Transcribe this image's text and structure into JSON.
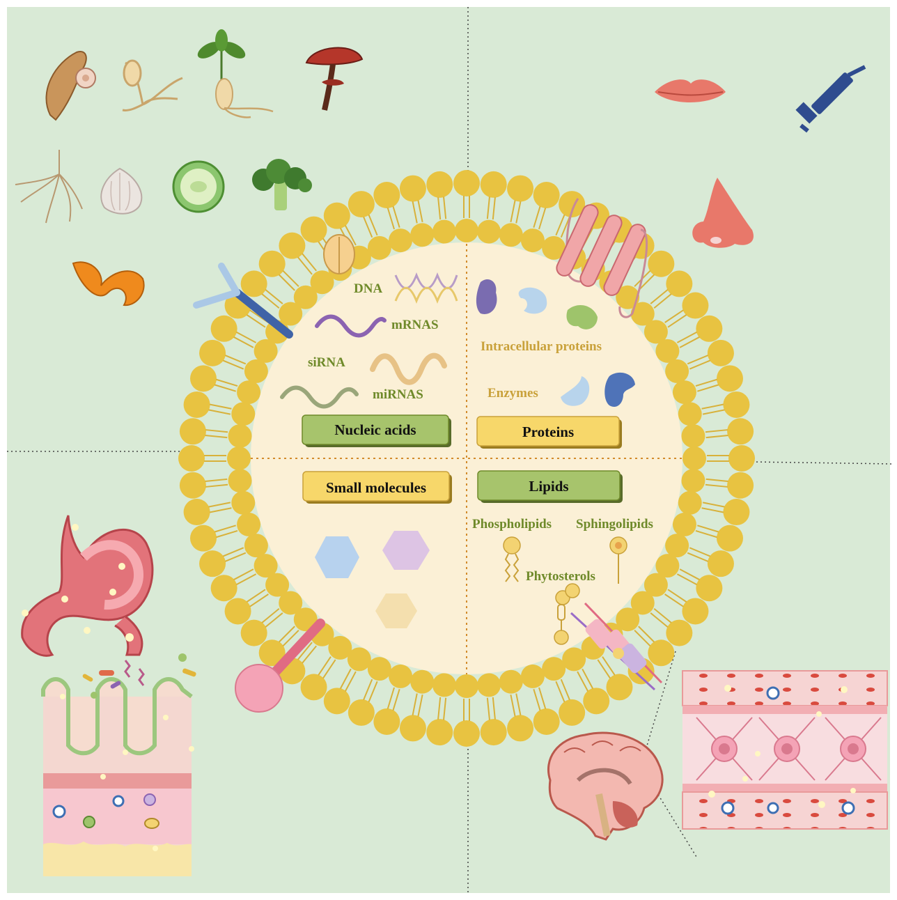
{
  "nucleic": {
    "dna": "DNA",
    "mrna": "mRNAS",
    "sirna": "siRNA",
    "mirna": "miRNAS",
    "box": "Nucleic acids"
  },
  "proteins": {
    "intracellular": "Intracellular proteins",
    "enzymes": "Enzymes",
    "box": "Proteins"
  },
  "small_molecules": {
    "box": "Small molecules"
  },
  "lipids": {
    "box": "Lipids",
    "phospholipids": "Phospholipids",
    "sphingolipids": "Sphingolipids",
    "phytosterols": "Phytosterols"
  },
  "colors": {
    "background": "#d9ead6",
    "membrane": "#e8c341",
    "interior": "#fbf0d6",
    "green_box": "#a7c46c",
    "yellow_box": "#f7d76a",
    "green_text": "#6f8a2a",
    "gold_text": "#c9a13a"
  },
  "icons": [
    "yam-icon",
    "ginseng-icon",
    "ginseng-plant-icon",
    "reishi-mushroom-icon",
    "root-icon",
    "garlic-icon",
    "cucumber-slice-icon",
    "broccoli-icon",
    "orange-peel-icon",
    "lips-icon",
    "syringe-icon",
    "nose-icon",
    "stomach-icon",
    "intestine-tissue-icon",
    "brain-icon",
    "blood-brain-barrier-icon"
  ]
}
